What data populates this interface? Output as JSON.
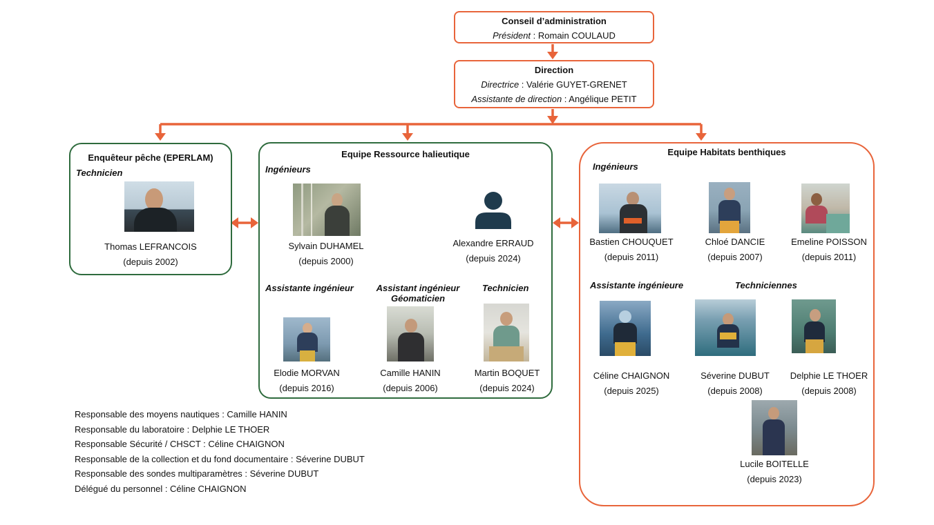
{
  "board": {
    "title": "Conseil d’administration",
    "role": "Président",
    "name": " : Romain COULAUD"
  },
  "direction": {
    "title": "Direction",
    "director_role": "Directrice",
    "director_name": " : Valérie GUYET-GRENET",
    "assistant_role": "Assistante de direction",
    "assistant_name": " : Angélique PETIT"
  },
  "fishing": {
    "title": "Enquêteur pêche (EPERLAM)",
    "role": "Technicien",
    "members": [
      {
        "name": "Thomas LEFRANCOIS",
        "since": "(depuis 2002)"
      }
    ]
  },
  "resource": {
    "title": "Equipe Ressource halieutique",
    "roles": {
      "engineers": "Ingénieurs",
      "assistant_engineer": "Assistante ingénieur",
      "assistant_geo_1": "Assistant ingénieur",
      "assistant_geo_2": "Géomaticien",
      "technician": "Technicien"
    },
    "members": [
      {
        "name": "Sylvain DUHAMEL",
        "since": "(depuis 2000)"
      },
      {
        "name": "Alexandre ERRAUD",
        "since": "(depuis 2024)"
      },
      {
        "name": "Elodie MORVAN",
        "since": "(depuis 2016)"
      },
      {
        "name": "Camille HANIN",
        "since": "(depuis 2006)"
      },
      {
        "name": "Martin BOQUET",
        "since": "(depuis 2024)"
      }
    ]
  },
  "habitats": {
    "title": "Equipe Habitats benthiques",
    "roles": {
      "engineers": "Ingénieurs",
      "assistant_engineer": "Assistante ingénieure",
      "technicians": "Techniciennes"
    },
    "members": [
      {
        "name": "Bastien CHOUQUET",
        "since": "(depuis 2011)"
      },
      {
        "name": "Chloé DANCIE",
        "since": "(depuis 2007)"
      },
      {
        "name": "Emeline POISSON",
        "since": "(depuis 2011)"
      },
      {
        "name": "Céline CHAIGNON",
        "since": "(depuis 2025)"
      },
      {
        "name": "Séverine DUBUT",
        "since": "(depuis 2008)"
      },
      {
        "name": "Delphie LE THOER",
        "since": "(depuis 2008)"
      },
      {
        "name": "Lucile BOITELLE",
        "since": "(depuis 2023)"
      }
    ]
  },
  "notes": [
    "Responsable des moyens nautiques : Camille HANIN",
    "Responsable du laboratoire : Delphie LE THOER",
    "Responsable Sécurité / CHSCT : Céline CHAIGNON",
    "Responsable de la collection et du fond documentaire : Séverine DUBUT",
    "Responsable des sondes multiparamètres : Séverine DUBUT",
    "Délégué du personnel : Céline CHAIGNON"
  ],
  "colors": {
    "connector": "#e8643a",
    "green_border": "#2e6b3d",
    "orange_border": "#e8643a",
    "avatar": "#1f3b4d"
  }
}
